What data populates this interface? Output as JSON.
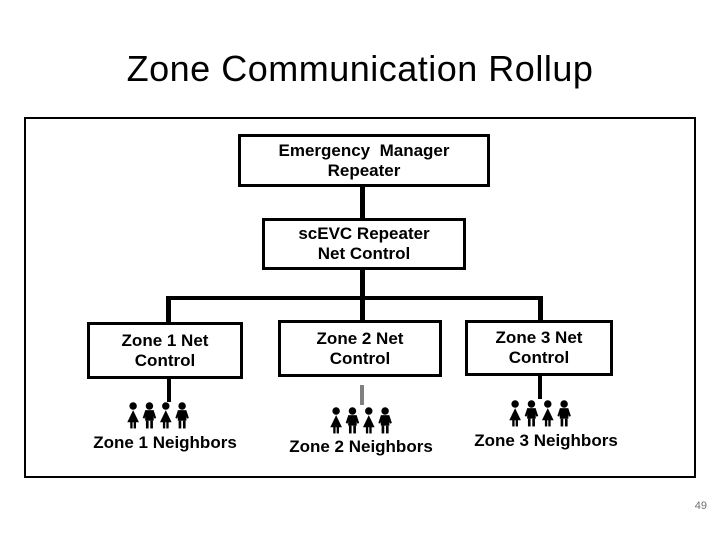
{
  "slide": {
    "title": "Zone Communication Rollup",
    "page_number": "49"
  },
  "diagram": {
    "root": {
      "line1": "Emergency  Manager",
      "line2": "Repeater"
    },
    "hub": {
      "line1": "scEVC Repeater",
      "line2": "Net Control"
    },
    "zones": [
      {
        "box_line1": "Zone 1 Net",
        "box_line2": "Control",
        "neighbors": "Zone 1 Neighbors",
        "icon": "crowd-icon",
        "connector_color": "#000000"
      },
      {
        "box_line1": "Zone 2 Net",
        "box_line2": "Control",
        "neighbors": "Zone 2 Neighbors",
        "icon": "crowd-icon",
        "connector_color": "#808080"
      },
      {
        "box_line1": "Zone 3 Net",
        "box_line2": "Control",
        "neighbors": "Zone 3 Neighbors",
        "icon": "crowd-icon",
        "connector_color": "#000000"
      }
    ],
    "colors": {
      "line": "#000000",
      "box_border": "#000000",
      "zone2_connector": "#808080",
      "page_number": "#6e6e6e",
      "background": "#ffffff"
    }
  }
}
